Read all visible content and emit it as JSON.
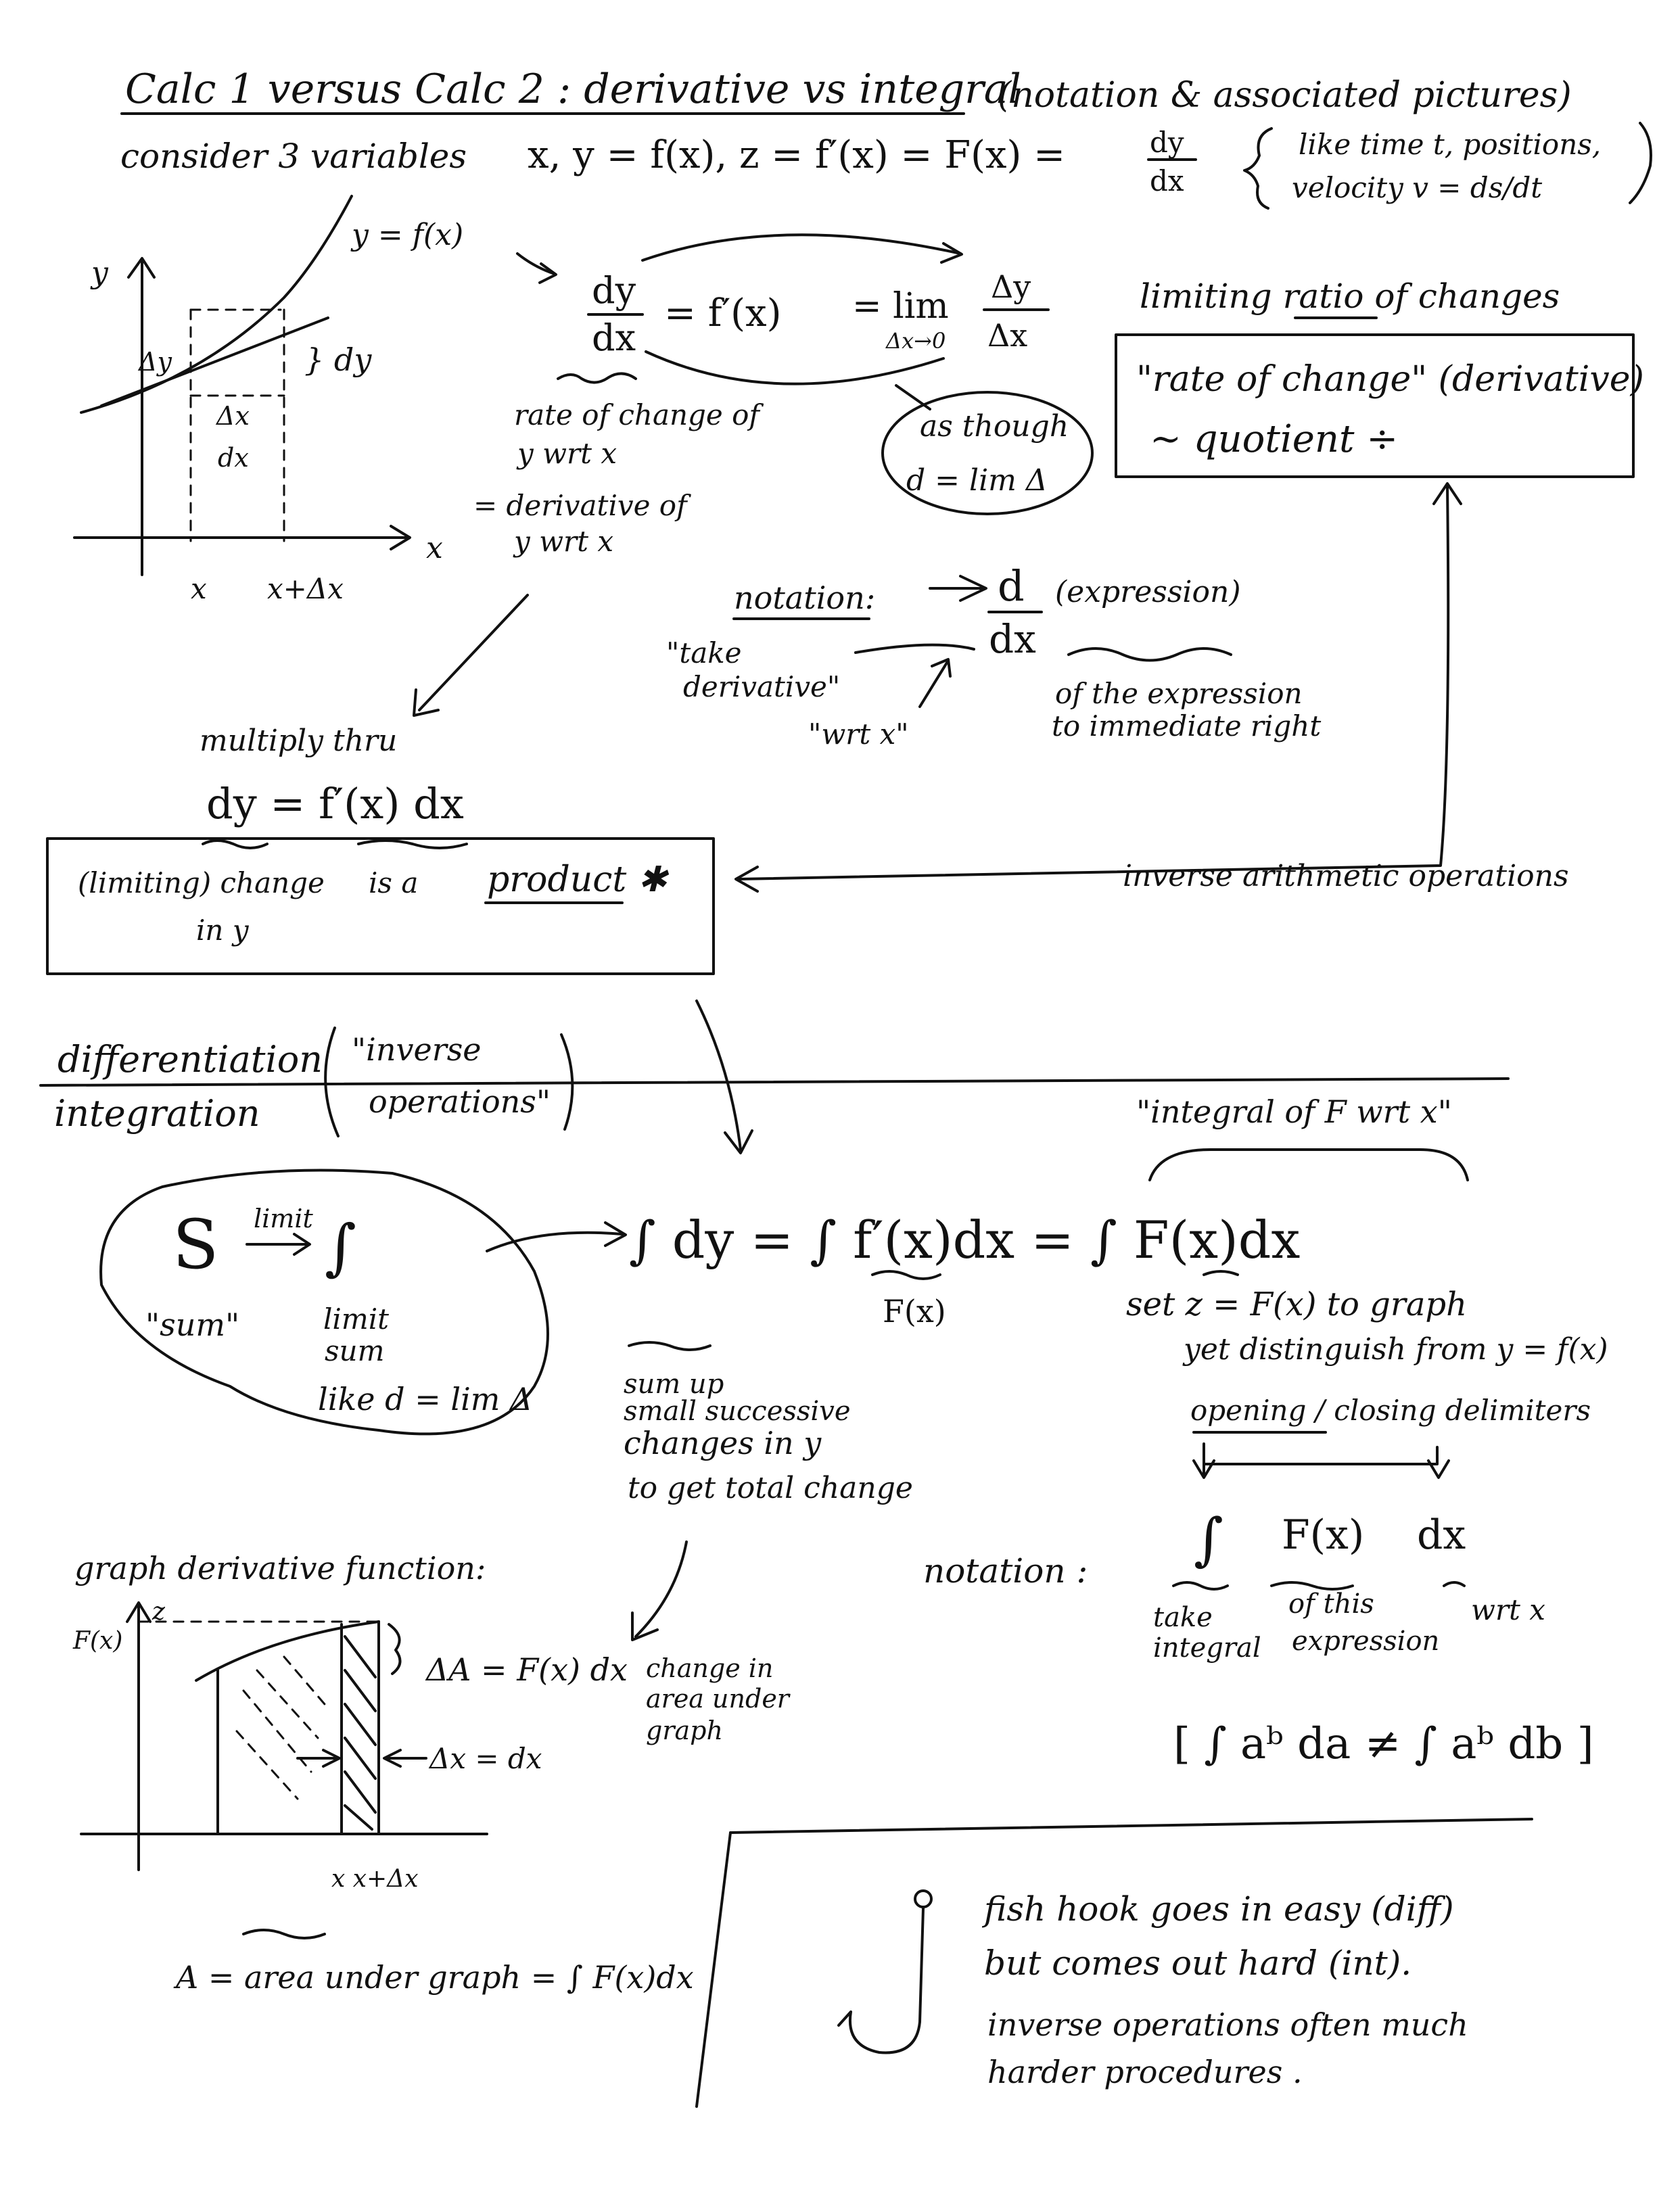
{
  "title": {
    "main": "Calc 1 versus Calc 2 : derivative vs integral",
    "sub": "(notation & associated pictures)"
  },
  "intro": {
    "text": "consider 3 variables",
    "formula": "x, y = f(x), z = f′(x) = F(x) =",
    "frac_num": "dy",
    "frac_den": "dx",
    "note_line1": "like time t, positions,",
    "note_line2": "velocity v = ds/dt"
  },
  "graph1": {
    "curve_label": "y = f(x)",
    "y_axis": "y",
    "x_axis": "x",
    "delta_y": "Δy",
    "dy": "} dy",
    "delta_x": "Δx",
    "dx": "dx",
    "tick_x": "x",
    "tick_x2": "x+Δx"
  },
  "derivative": {
    "lhs_num": "dy",
    "lhs_den": "dx",
    "eq1": "= f′(x)",
    "eq2": "= lim",
    "lim_sub": "Δx→0",
    "rhs_num": "Δy",
    "rhs_den": "Δx",
    "note1": "rate of change of",
    "note2": "y wrt x",
    "note3": "= derivative of",
    "note4": "y wrt x",
    "bubble1": "as though",
    "bubble2": "d = lim Δ"
  },
  "ratio_box": {
    "heading": "limiting ratio of changes",
    "line1": "\"rate of change\" (derivative)",
    "line2": "~ quotient ÷"
  },
  "notation_d": {
    "label": "notation:",
    "take1": "\"take",
    "take2": "derivative\"",
    "wrt": "\"wrt x\"",
    "d": "d",
    "dx": "dx",
    "expr": "(expression)",
    "expl1": "of the expression",
    "expl2": "to immediate right"
  },
  "product_box": {
    "multiply": "multiply thru",
    "eq": "dy = f′(x) dx",
    "change1": "(limiting) change",
    "change2": "in y",
    "is_a": "is a",
    "product": "product ✱"
  },
  "inverse_arith": "inverse arithmetic operations",
  "divider": {
    "diff": "differentiation",
    "integ": "integration",
    "inv1": "\"inverse",
    "inv2": "operations\""
  },
  "integral": {
    "quote": "\"integral of F wrt x\"",
    "s": "S",
    "limit": "limit",
    "long_s": "∫",
    "sum_q": "\"sum\"",
    "limit_sum1": "limit",
    "limit_sum2": "sum",
    "like": "like d = lim Δ",
    "eq": "∫ dy = ∫ f′(x)dx = ∫ F(x)dx",
    "fx": "F(x)",
    "set1": "set z = F(x) to graph",
    "set2": "yet distinguish from y = f(x)",
    "sumup1": "sum up",
    "sumup2": "small successive",
    "sumup3": "changes in y",
    "sumup4": "to get total change"
  },
  "graph2": {
    "title": "graph derivative function:",
    "z": "z",
    "fx": "F(x)",
    "delta_a": "ΔA = F(x) dx",
    "change1": "change in",
    "change2": "area under",
    "change3": "graph",
    "dx": "Δx = dx",
    "ticks": "x  x+Δx",
    "area": "A = area under graph = ∫ F(x)dx"
  },
  "notation_int": {
    "label": "notation :",
    "delims": "opening / closing delimiters",
    "s": "∫",
    "fx": "F(x)",
    "dx": "dx",
    "take1": "take",
    "take2": "integral",
    "of1": "of this",
    "of2": "expression",
    "wrt": "wrt x",
    "example": "[ ∫ aᵇ da ≠ ∫ aᵇ db ]"
  },
  "fishhook": {
    "line1": "fish hook goes in easy (diff)",
    "line2": "but comes out hard (int).",
    "line3": "inverse operations often much",
    "line4": "harder procedures ."
  }
}
